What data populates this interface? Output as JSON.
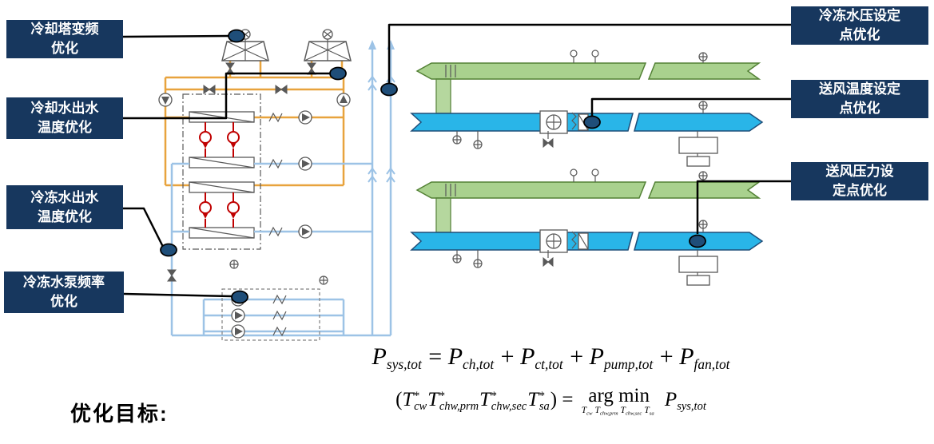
{
  "colors": {
    "label_bg": "#17375E",
    "label_text": "#FFFFFF",
    "marker_fill": "#1F4E79",
    "connector_black": "#000000",
    "pipe_orange": "#E8A33D",
    "pipe_light_blue": "#9DC3E6",
    "duct_green": "#A9D18E",
    "duct_green_dark": "#538135",
    "duct_cyan": "#29B5E8",
    "duct_cyan_dark": "#1F4E79",
    "refrigerant_red": "#C00000",
    "component_gray": "#595959"
  },
  "callouts": {
    "left": [
      {
        "line1": "冷却塔变频",
        "line2": "优化"
      },
      {
        "line1": "冷却水出水",
        "line2": "温度优化"
      },
      {
        "line1": "冷冻水出水",
        "line2": "温度优化"
      },
      {
        "line1": "冷冻水泵频率",
        "line2": "优化"
      }
    ],
    "right": [
      {
        "line1": "冷冻水压设定",
        "line2": "点优化"
      },
      {
        "line1": "送风温度设定",
        "line2": "点优化"
      },
      {
        "line1": "送风压力设",
        "line2": "定点优化"
      }
    ]
  },
  "objective": {
    "label": "优化目标:"
  },
  "formulas": {
    "main": [
      {
        "base": "P",
        "sub": "sys,tot"
      },
      {
        "text": " = "
      },
      {
        "base": "P",
        "sub": "ch,tot"
      },
      {
        "text": " + "
      },
      {
        "base": "P",
        "sub": "ct,tot"
      },
      {
        "text": " + "
      },
      {
        "base": "P",
        "sub": "pump,tot"
      },
      {
        "text": " + "
      },
      {
        "base": "P",
        "sub": "fan,tot"
      }
    ],
    "argmin": [
      {
        "text": "("
      },
      {
        "base": "T",
        "sup": "*",
        "sub": "cw"
      },
      {
        "base": "T",
        "sup": "*",
        "sub": "chw,prm"
      },
      {
        "base": "T",
        "sup": "*",
        "sub": "chw,sec"
      },
      {
        "base": "T",
        "sup": "*",
        "sub": "sa"
      },
      {
        "text": ") = "
      },
      {
        "stack": {
          "top": "arg min",
          "bottom": [
            {
              "base": "T",
              "sub": "cw"
            },
            {
              "base": "T",
              "sub": "chw,prm"
            },
            {
              "base": "T",
              "sub": "chw,sec"
            },
            {
              "base": "T",
              "sub": "sa"
            }
          ]
        }
      },
      {
        "text": " "
      },
      {
        "base": "P",
        "sub": "sys,tot"
      }
    ]
  }
}
